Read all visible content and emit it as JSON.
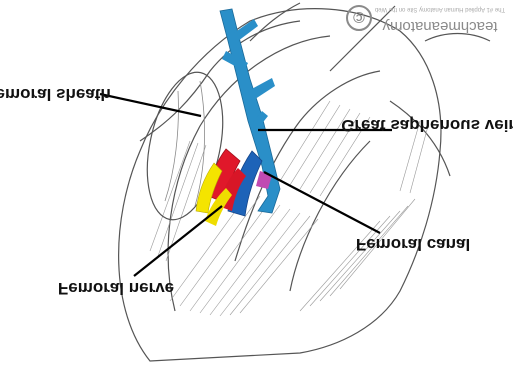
{
  "labels": {
    "femoral_sheath": "Femoral sheath",
    "great_saphenous_vein": "Great saphenous vein",
    "femoral_canal": "Femoral canal",
    "femoral_nerve": "Femoral nerve"
  },
  "watermark": {
    "brand": "teachmeanatomy",
    "tagline": "The #1 Applied Human Anatomy Site on the Web",
    "copyright_symbol": "©"
  },
  "colors": {
    "vein": "#2a8fc8",
    "artery": "#e0182a",
    "nerve": "#f4e400",
    "canal": "#c04ab2",
    "sheath_vein_region": "#1d63b8"
  },
  "icons": {
    "copyright": "copyright-circle-icon"
  }
}
